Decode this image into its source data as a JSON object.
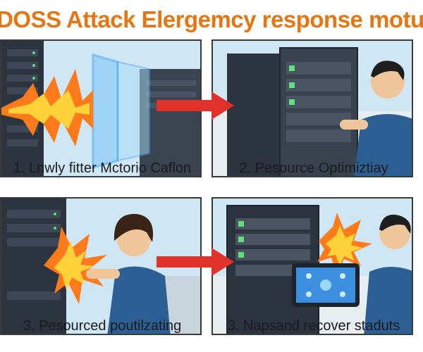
{
  "title": "DDOSS Attack Elergemcy response motula",
  "steps": [
    {
      "caption": "1. Lnwly fitter Mctorio Caflon",
      "icon": "shield-wave-icon"
    },
    {
      "caption": "2. Pesource Optimiztiay",
      "icon": "server-rack-icon"
    },
    {
      "caption": "3. Pesourced poutilzating",
      "icon": "energy-burst-icon"
    },
    {
      "caption": "3. Napsand recover staduts",
      "icon": "tablet-network-icon"
    }
  ],
  "colors": {
    "title": "#e57614",
    "arrow": "#e0322a",
    "sky": "#cfe6f5",
    "rack": "#2c3440",
    "shield": "#4aa8f0",
    "fire": "#ff7a1a"
  }
}
